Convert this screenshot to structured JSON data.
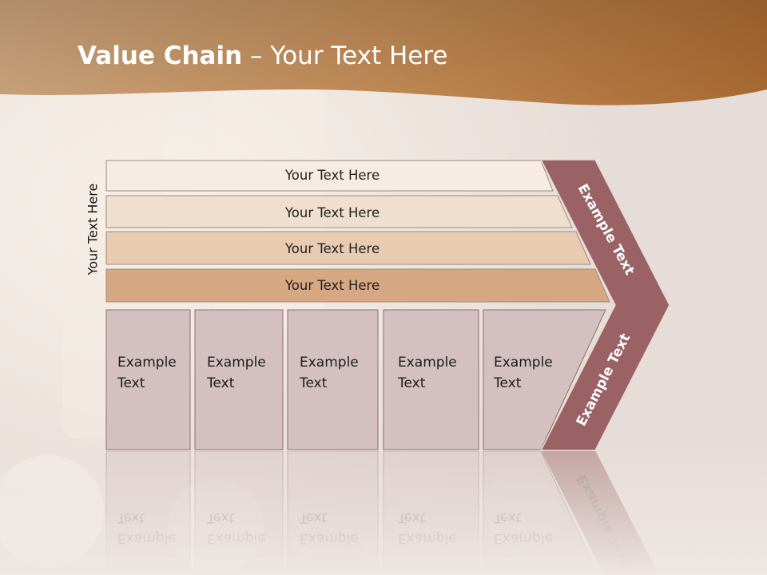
{
  "title": {
    "bold": "Value Chain",
    "rest": " – Your Text Here"
  },
  "side_label": "Your Text Here",
  "bars": [
    {
      "label": "Your Text Here",
      "color": "#f6ece4"
    },
    {
      "label": "Your Text Here",
      "color": "#f0dece"
    },
    {
      "label": "Your Text Here",
      "color": "#e8cbb1"
    },
    {
      "label": "Your Text Here",
      "color": "#d6a882"
    }
  ],
  "boxes": [
    {
      "line1": "Example",
      "line2": "Text"
    },
    {
      "line1": "Example",
      "line2": "Text"
    },
    {
      "line1": "Example",
      "line2": "Text"
    },
    {
      "line1": "Example",
      "line2": "Text"
    },
    {
      "line1": "Example",
      "line2": "Text"
    }
  ],
  "chevron": {
    "upper": "Example Text",
    "lower": "Example Text",
    "color": "#9a6265"
  },
  "colors": {
    "header": "#b67f4c",
    "box_fill": "#d4c0c1",
    "box_stroke": "#8d6d6f"
  }
}
